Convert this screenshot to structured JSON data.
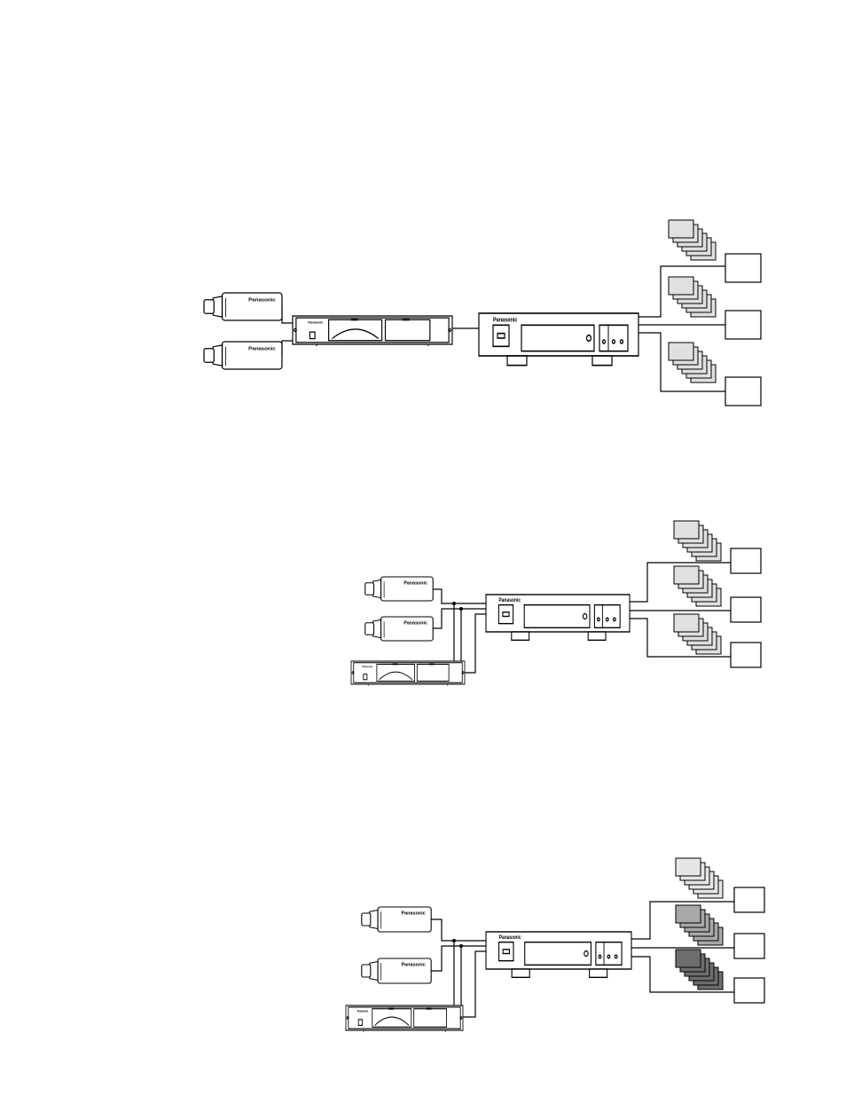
{
  "diagrams": [
    {
      "cameras": [
        {
          "brand": "Panasonic"
        },
        {
          "brand": "Panasonic"
        }
      ],
      "recorder": {
        "brand": "Panasonic"
      },
      "controller": {
        "brand": "Panasonic"
      },
      "monitor_groups": [
        {
          "fill": "#e0e0e0"
        },
        {
          "fill": "#e0e0e0"
        },
        {
          "fill": "#e0e0e0"
        }
      ]
    },
    {
      "cameras": [
        {
          "brand": "Panasonic"
        },
        {
          "brand": "Panasonic"
        }
      ],
      "recorder": {
        "brand": "Panasonic"
      },
      "controller": {
        "brand": "Panasonic"
      },
      "monitor_groups": [
        {
          "fill": "#e0e0e0"
        },
        {
          "fill": "#e0e0e0"
        },
        {
          "fill": "#e0e0e0"
        }
      ]
    },
    {
      "cameras": [
        {
          "brand": "Panasonic"
        },
        {
          "brand": "Panasonic"
        }
      ],
      "recorder": {
        "brand": "Panasonic"
      },
      "controller": {
        "brand": "Panasonic"
      },
      "monitor_groups": [
        {
          "fill": "#e6e6e6"
        },
        {
          "fill": "#a8a8a8"
        },
        {
          "fill": "#6e6e6e"
        }
      ]
    }
  ]
}
